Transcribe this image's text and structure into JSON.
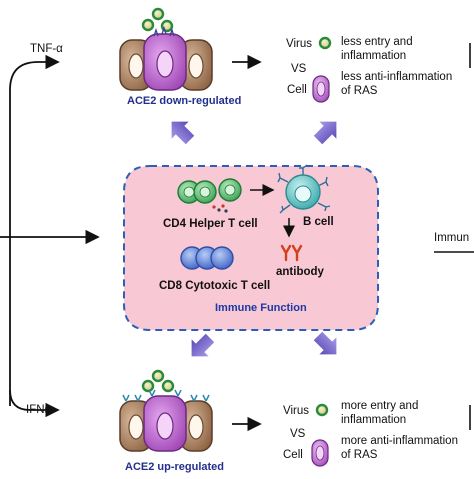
{
  "top_pathway": {
    "stimulus": "TNF-α",
    "ace2_status": "ACE2 down-regulated",
    "outcome": {
      "virus_label": "Virus",
      "vs_label": "VS",
      "cell_label": "Cell",
      "virus_effect": [
        "less entry and",
        "inflammation"
      ],
      "cell_effect": [
        "less anti-inflammation",
        "of RAS"
      ]
    }
  },
  "center": {
    "helper_t": "CD4 Helper T cell",
    "b_cell": "B cell",
    "antibody": "antibody",
    "cytotoxic_t": "CD8 Cytotoxic T cell",
    "function_label": "Immune Function"
  },
  "right_cut_label": "Immun",
  "bottom_pathway": {
    "stimulus": "IFNs",
    "ace2_status": "ACE2 up-regulated",
    "outcome": {
      "virus_label": "Virus",
      "vs_label": "VS",
      "cell_label": "Cell",
      "virus_effect": [
        "more entry and",
        "inflammation"
      ],
      "cell_effect": [
        "more anti-inflammation",
        "of RAS"
      ]
    }
  },
  "colors": {
    "cell_brown": "#a27a5a",
    "cell_purple": "#b865c9",
    "immune_bg": "#f8c8d4",
    "dashed_border": "#2b5fb8",
    "helper_green": "#4fbf6a",
    "b_cell_teal": "#66c4c4",
    "cd8_blue": "#5b7fd6",
    "antibody_red": "#d0421b",
    "virus_green": "#2a8a3a",
    "arrow_purple": "#6a5bc2"
  }
}
